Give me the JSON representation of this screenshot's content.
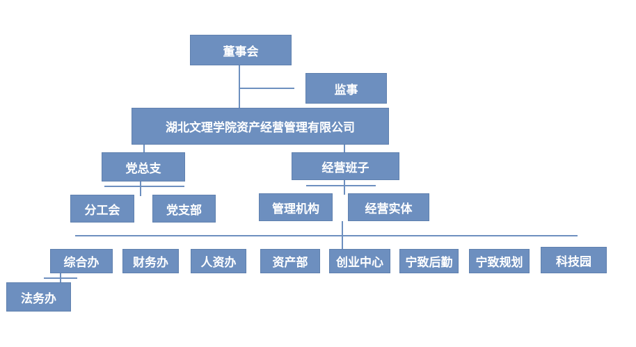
{
  "org": {
    "board": "董事会",
    "supervisor": "监事",
    "company": "湖北文理学院资产经营管理有限公司",
    "party_branch": "党总支",
    "management_team": "经营班子",
    "union": "分工会",
    "party_dept": "党支部",
    "management_org": "管理机构",
    "operating_entity": "经营实体",
    "departments": [
      "综合办",
      "财务办",
      "人资办",
      "资产部",
      "创业中心",
      "宁致后勤",
      "宁致规划",
      "科技园"
    ],
    "legal_office": "法务办"
  },
  "colors": {
    "box": "#6d8fbf",
    "line": "#6d8fbf",
    "text": "#ffffff"
  }
}
